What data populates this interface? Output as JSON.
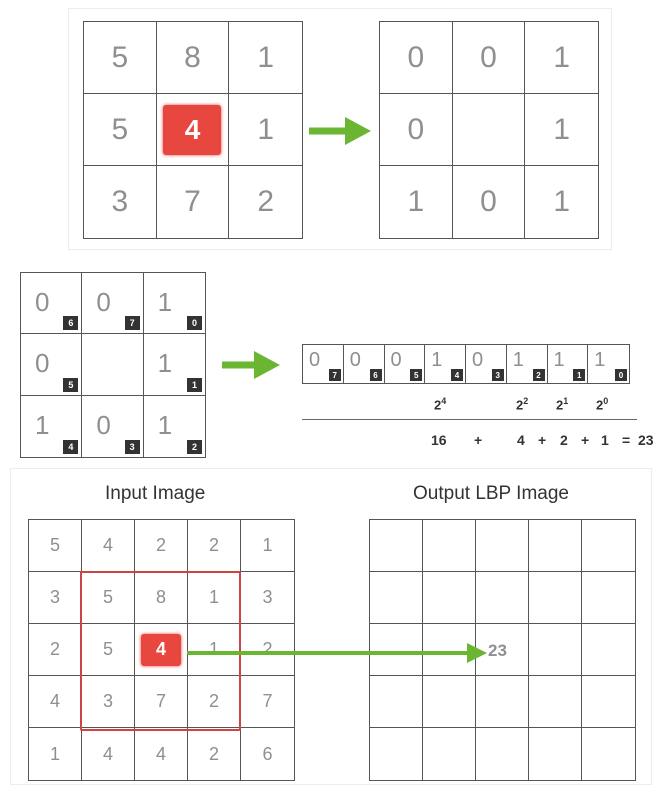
{
  "panel1": {
    "input_grid": [
      [
        "5",
        "8",
        "1"
      ],
      [
        "5",
        "4",
        "1"
      ],
      [
        "3",
        "7",
        "2"
      ]
    ],
    "threshold_grid": [
      [
        "0",
        "0",
        "1"
      ],
      [
        "0",
        "",
        "1"
      ],
      [
        "1",
        "0",
        "1"
      ]
    ]
  },
  "panel2": {
    "bit_grid": [
      [
        {
          "bit": "0",
          "index": "6"
        },
        {
          "bit": "0",
          "index": "7"
        },
        {
          "bit": "1",
          "index": "0"
        }
      ],
      [
        {
          "bit": "0",
          "index": "5"
        },
        {
          "bit": "",
          "index": ""
        },
        {
          "bit": "1",
          "index": "1"
        }
      ],
      [
        {
          "bit": "1",
          "index": "4"
        },
        {
          "bit": "0",
          "index": "3"
        },
        {
          "bit": "1",
          "index": "2"
        }
      ]
    ],
    "binary_row": [
      {
        "bit": "0",
        "index": "7"
      },
      {
        "bit": "0",
        "index": "6"
      },
      {
        "bit": "0",
        "index": "5"
      },
      {
        "bit": "1",
        "index": "4"
      },
      {
        "bit": "0",
        "index": "3"
      },
      {
        "bit": "1",
        "index": "2"
      },
      {
        "bit": "1",
        "index": "1"
      },
      {
        "bit": "1",
        "index": "0"
      }
    ],
    "powers": [
      {
        "base": "2",
        "exp": "4"
      },
      {
        "base": "2",
        "exp": "2"
      },
      {
        "base": "2",
        "exp": "1"
      },
      {
        "base": "2",
        "exp": "0"
      }
    ],
    "sum_tokens": [
      "16",
      "+",
      "4",
      "+",
      "2",
      "+",
      "1",
      "=",
      "23"
    ]
  },
  "panel3": {
    "input_title": "Input Image",
    "output_title": "Output LBP Image",
    "input_grid": [
      [
        "5",
        "4",
        "2",
        "2",
        "1"
      ],
      [
        "3",
        "5",
        "8",
        "1",
        "3"
      ],
      [
        "2",
        "5",
        "4",
        "1",
        "2"
      ],
      [
        "4",
        "3",
        "7",
        "2",
        "7"
      ],
      [
        "1",
        "4",
        "4",
        "2",
        "6"
      ]
    ],
    "result_value": "23"
  },
  "colors": {
    "arrow_green": "#6ab632",
    "center_red": "#e8473f",
    "window_red": "#cc4444"
  }
}
